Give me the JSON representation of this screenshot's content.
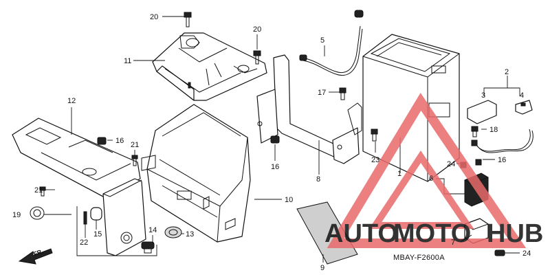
{
  "diagram_code": "MBAY-F2600A",
  "front_arrow_label": "FR.",
  "watermark": {
    "text_a": "AUTO",
    "text_b": "MOTO",
    "text_c": "HUB",
    "color_a": "#f2b85a",
    "color_b": "#e87878",
    "color_c": "#c9c9c9",
    "triangle_color": "#e96a6a"
  },
  "callouts": {
    "p20a": "20",
    "p20b": "20",
    "p11": "11",
    "p5": "5",
    "p12": "12",
    "p16a": "16",
    "p21a": "21",
    "p17": "17",
    "p2": "2",
    "p3": "3",
    "p4": "4",
    "p18": "18",
    "p16b": "16",
    "p16c": "16",
    "p24a": "24",
    "p23": "23",
    "p8": "8",
    "p1": "1",
    "p6": "6",
    "p21b": "21",
    "p10": "10",
    "p19": "19",
    "p14": "14",
    "p13": "13",
    "p22": "22",
    "p15": "15",
    "p9": "9",
    "p7": "7",
    "p24b": "24"
  }
}
